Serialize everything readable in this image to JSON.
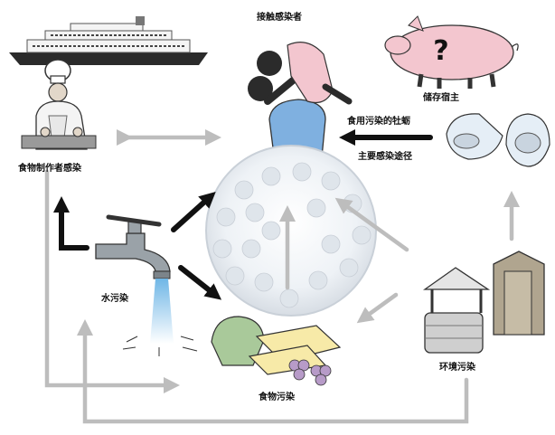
{
  "labels": {
    "contact_infected": "接触感染者",
    "reservoir_host": "储存宿主",
    "contaminated_oysters": "食用污染的牡蛎",
    "main_route": "主要感染途径",
    "food_handler": "食物制作者感染",
    "water_contamination": "水污染",
    "food_contamination": "食物污染",
    "environment_contamination": "环境污染",
    "unknown_mark": "?"
  },
  "colors": {
    "black_arrow": "#111111",
    "gray_arrow": "#bdbdbd",
    "water": "#6fb6e6",
    "person_shirt": "#7fb0e0"
  }
}
